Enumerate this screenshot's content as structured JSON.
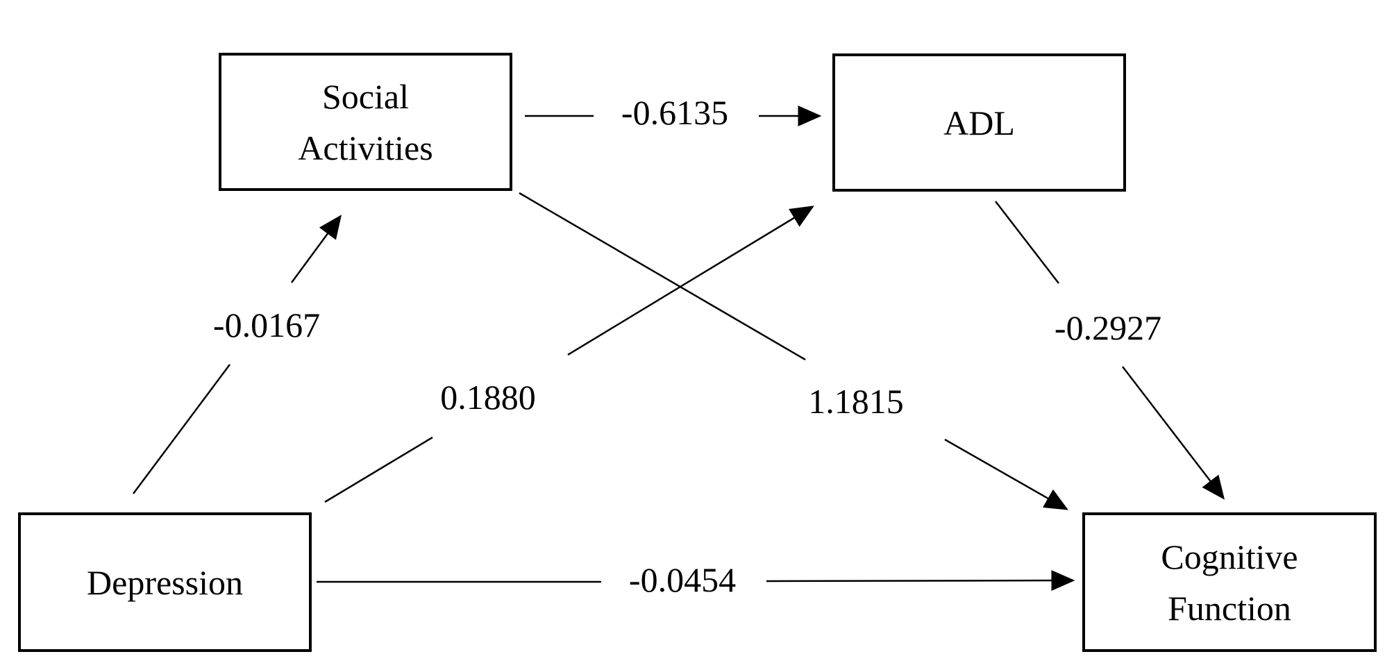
{
  "nodes": {
    "social_activities": {
      "line1": "Social",
      "line2": "Activities"
    },
    "adl": {
      "label": "ADL"
    },
    "depression": {
      "label": "Depression"
    },
    "cognitive_function": {
      "line1": "Cognitive",
      "line2": "Function"
    }
  },
  "paths": {
    "social_to_adl": "-0.6135",
    "depression_to_social": "-0.0167",
    "depression_to_adl": "0.1880",
    "social_to_cognitive": "1.1815",
    "adl_to_cognitive": "-0.2927",
    "depression_to_cognitive": "-0.0454"
  }
}
